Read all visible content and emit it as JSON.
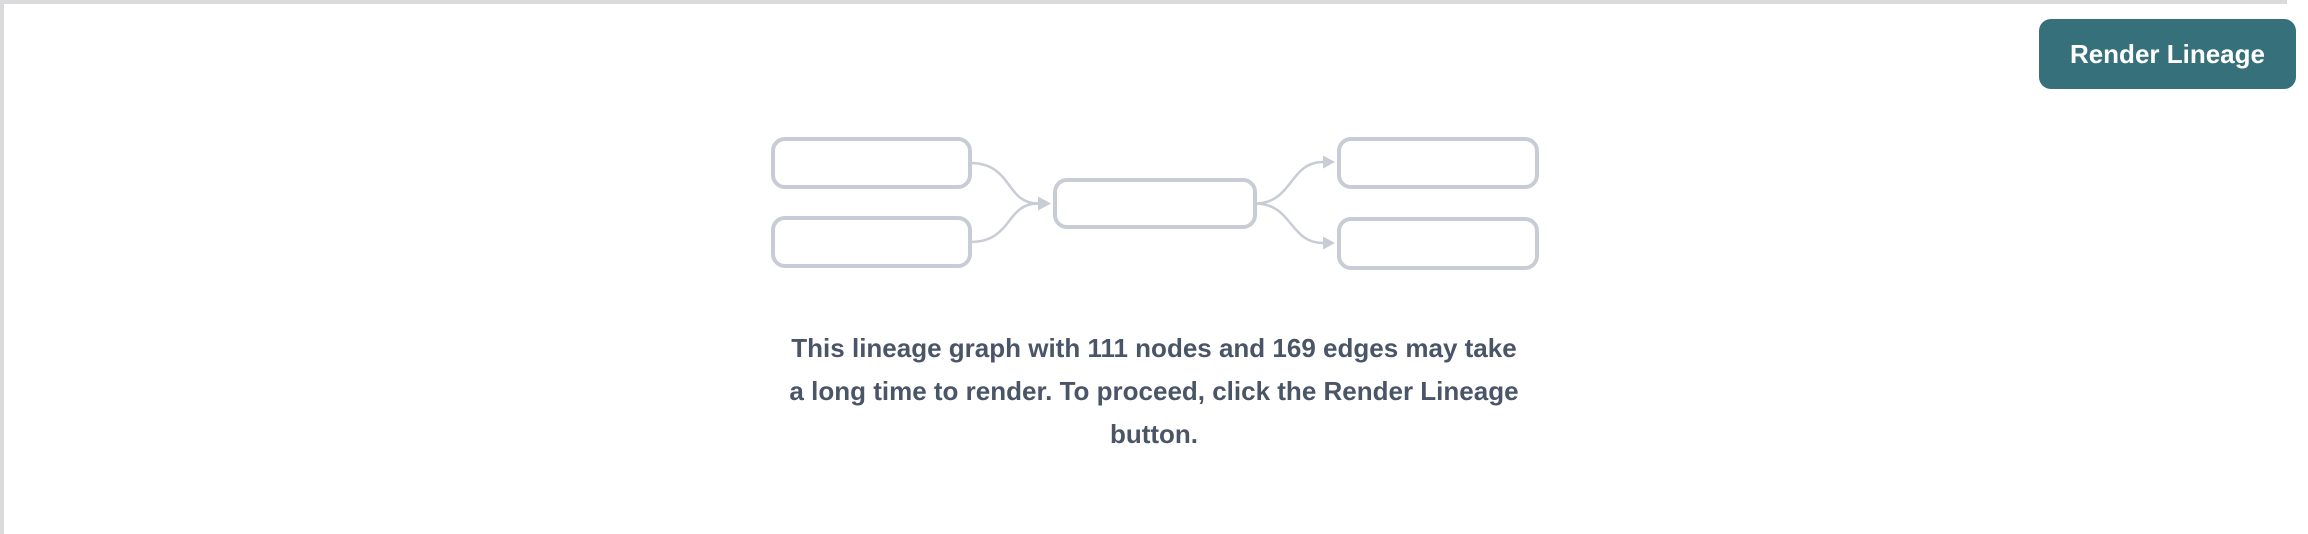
{
  "toolbar": {
    "render_button_label": "Render Lineage"
  },
  "message": {
    "lines": [
      "This lineage graph with 111 nodes and 169 edges may take",
      "a long time to render. To proceed, click the Render Lineage",
      "button."
    ],
    "full_text": "This lineage graph with 111 nodes and 169 edges may take a long time to render. To proceed, click the Render Lineage button.",
    "node_count": 111,
    "edge_count": 169
  },
  "diagram": {
    "description": "lineage-graph-placeholder-illustration",
    "placeholder_node_count": 5,
    "placeholder_edge_count": 4
  },
  "colors": {
    "accent": "#36707A",
    "message_text": "#4A5568",
    "diagram_stroke": "#C8CCD4",
    "divider": "#DBDBDE"
  }
}
